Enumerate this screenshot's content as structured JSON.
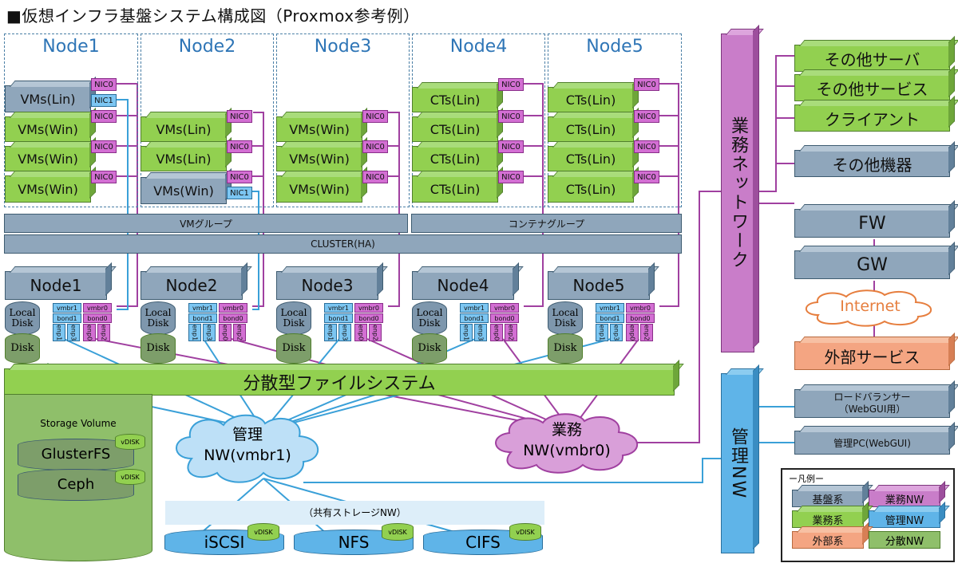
{
  "title": "■仮想インフラ基盤システム構成図（Proxmox参考例）",
  "nodes": [
    {
      "name": "Node1",
      "vms": [
        "VMs(Lin)",
        "VMs(Win)",
        "VMs(Win)",
        "VMs(Win)"
      ],
      "nics": [
        "NIC0",
        "NIC0",
        "NIC0",
        "NIC0"
      ],
      "extra_nic": "NIC1"
    },
    {
      "name": "Node2",
      "vms": [
        "VMs(Lin)",
        "VMs(Lin)",
        "VMs(Win)"
      ],
      "nics": [
        "NIC0",
        "NIC0",
        "NIC0"
      ],
      "extra_nic": "NIC1"
    },
    {
      "name": "Node3",
      "vms": [
        "VMs(Win)",
        "VMs(Win)",
        "VMs(Win)"
      ],
      "nics": [
        "NIC0",
        "NIC0",
        "NIC0"
      ]
    },
    {
      "name": "Node4",
      "vms": [
        "CTs(Lin)",
        "CTs(Lin)",
        "CTs(Lin)",
        "CTs(Lin)"
      ],
      "nics": [
        "NIC0",
        "NIC0",
        "NIC0",
        "NIC0"
      ]
    },
    {
      "name": "Node5",
      "vms": [
        "CTs(Lin)",
        "CTs(Lin)",
        "CTs(Lin)",
        "CTs(Lin)"
      ],
      "nics": [
        "NIC0",
        "NIC0",
        "NIC0",
        "NIC0"
      ]
    }
  ],
  "groups": {
    "vm": "VMグループ",
    "container": "コンテナグループ",
    "cluster": "CLUSTER(HA)"
  },
  "ports": {
    "vmbr1": "vmbr1",
    "vmbr0": "vmbr0",
    "bond1": "bond1",
    "bond0": "bond0",
    "enp1": "enp1",
    "enp3": "enp3",
    "enp0": "enp0",
    "enp2": "enp2"
  },
  "disk": {
    "local": "Local Disk",
    "disk": "Disk"
  },
  "fs": "分散型ファイルシステム",
  "storage": {
    "volume": "Storage Volume",
    "gluster": "GlusterFS",
    "ceph": "Ceph",
    "vdisk": "vDISK"
  },
  "clouds": {
    "mgmt": "管理\nNW(vmbr1)",
    "biz": "業務\nNW(vmbr0)",
    "internet": "Internet"
  },
  "shared_storage": {
    "label": "（共有ストレージNW）",
    "items": [
      "iSCSI",
      "NFS",
      "CIFS"
    ]
  },
  "biz_network": "業務ネットワーク",
  "mgmt_network": "管理NW",
  "right": {
    "other_server": "その他サーバ",
    "other_service": "その他サービス",
    "client": "クライアント",
    "other_device": "その他機器",
    "fw": "FW",
    "gw": "GW",
    "external": "外部サービス",
    "lb": "ロードバランサー\n（WebGUI用）",
    "mgmt_pc": "管理PC(WebGUI)"
  },
  "legend": {
    "title": "ー凡例ー",
    "items": [
      "基盤系",
      "業務NW",
      "業務系",
      "管理NW",
      "外部系",
      "分散NW"
    ]
  },
  "colors": {
    "biz_line": "#a040a0",
    "mgmt_line": "#3aa0d8",
    "fs_line": "#3aa0d8"
  }
}
